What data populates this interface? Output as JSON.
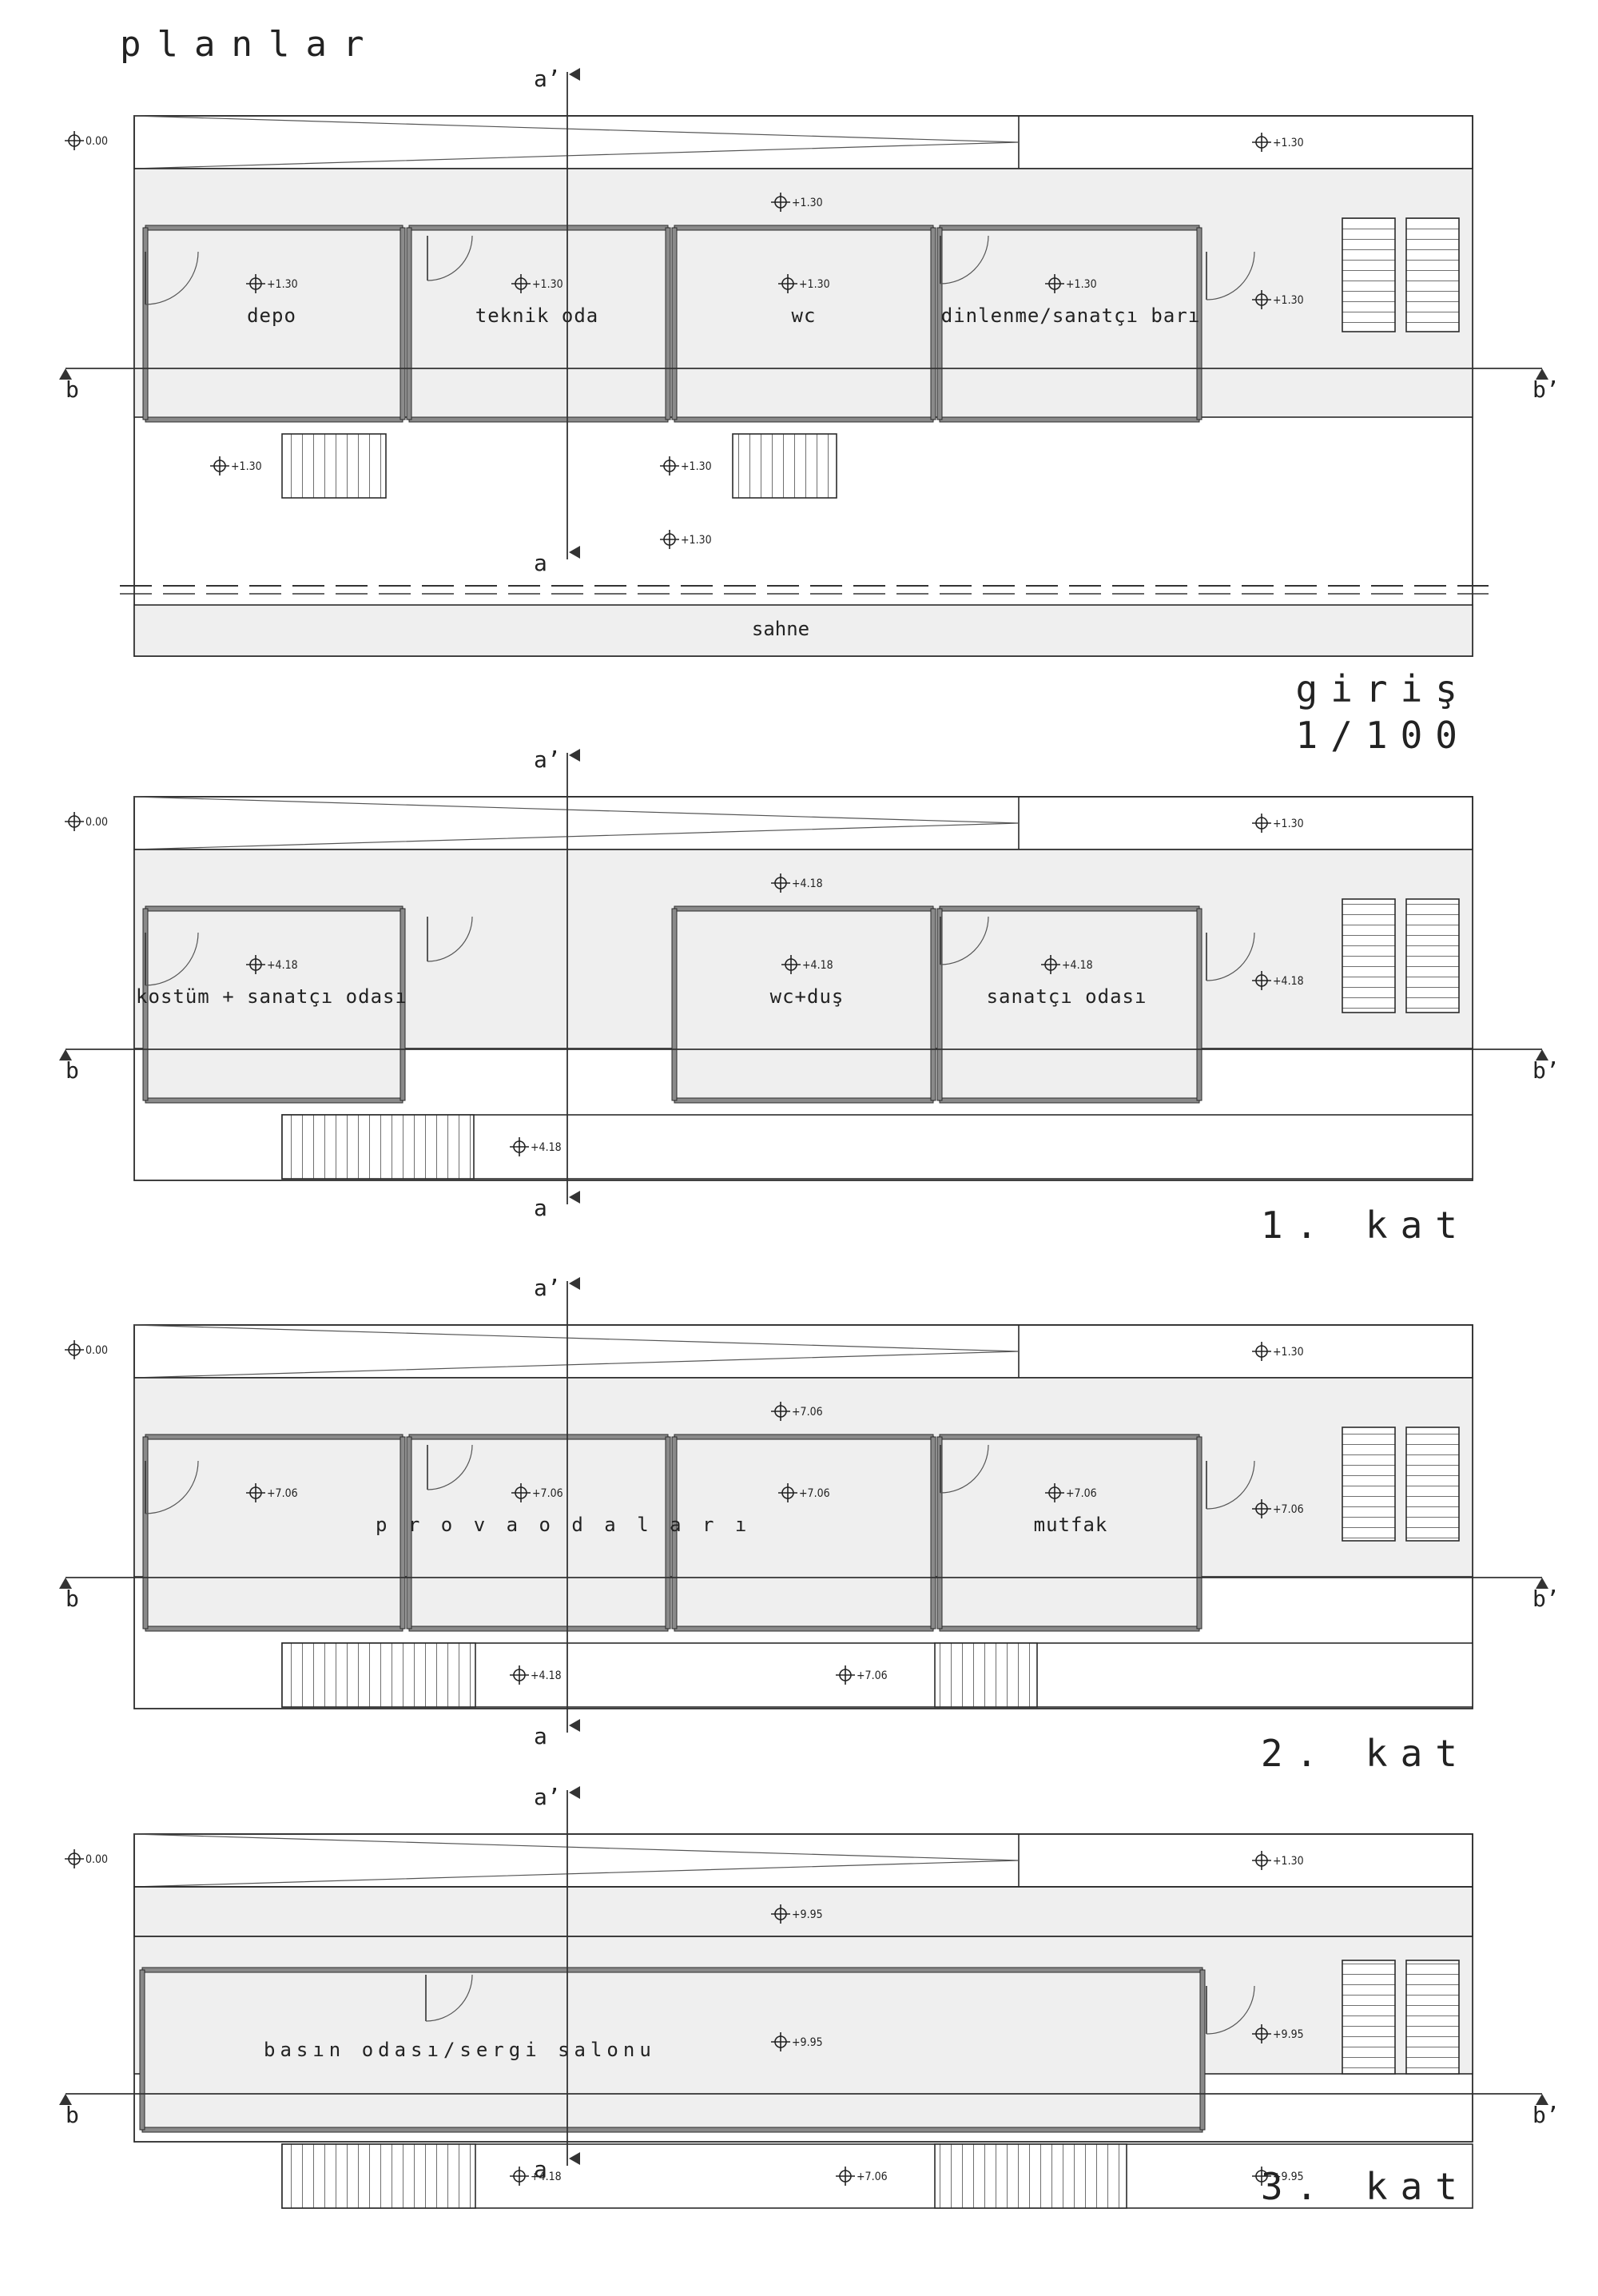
{
  "title": "planlar",
  "scale": "1/100",
  "section_labels": {
    "a": "a",
    "a_prime": "a’",
    "b": "b",
    "b_prime": "b’"
  },
  "plans": [
    {
      "name": "giriş",
      "elev_left": "0.00",
      "elev_top_right": "+1.30",
      "elev_corridor": "+1.30",
      "elev_right": "+1.30",
      "rooms": [
        {
          "label": "depo",
          "elev": "+1.30"
        },
        {
          "label": "teknik oda",
          "elev": "+1.30"
        },
        {
          "label": "wc",
          "elev": "+1.30"
        },
        {
          "label": "dinlenme/sanatçı barı",
          "elev": "+1.30"
        }
      ],
      "lower_elevs": [
        "+1.30",
        "+1.30"
      ],
      "stage_elev": "+1.30",
      "stage": "sahne"
    },
    {
      "name": "1.  kat",
      "elev_left": "0.00",
      "elev_top_right": "+1.30",
      "elev_corridor": "+4.18",
      "elev_right": "+4.18",
      "rooms": [
        {
          "label": "kostüm + sanatçı odası",
          "elev": "+4.18"
        },
        {
          "label": "wc+duş",
          "elev": "+4.18"
        },
        {
          "label": "sanatçı odası",
          "elev": "+4.18"
        }
      ],
      "walkway_elevs": [
        "+4.18"
      ]
    },
    {
      "name": "2.  kat",
      "elev_left": "0.00",
      "elev_top_right": "+1.30",
      "elev_corridor": "+7.06",
      "elev_right": "+7.06",
      "rooms": [
        {
          "label": "",
          "elev": "+7.06"
        },
        {
          "label": "",
          "elev": "+7.06"
        },
        {
          "label": "",
          "elev": "+7.06"
        },
        {
          "label": "mutfak",
          "elev": "+7.06"
        }
      ],
      "merged_label": "p r o v a   o d a l a r ı",
      "walkway_elevs": [
        "+4.18",
        "+7.06"
      ]
    },
    {
      "name": "3.  kat",
      "elev_left": "0.00",
      "elev_top_right": "+1.30",
      "elev_corridor": "+9.95",
      "elev_right": "+9.95",
      "rooms": [
        {
          "label": "basın odası/sergi salonu",
          "elev": "+9.95"
        }
      ],
      "walkway_elevs": [
        "+4.18",
        "+7.06",
        "+9.95"
      ]
    }
  ],
  "colors": {
    "line": "#2b2b2b",
    "fill": "#efefef",
    "wall": "#8a8a8a",
    "background": "#ffffff"
  }
}
